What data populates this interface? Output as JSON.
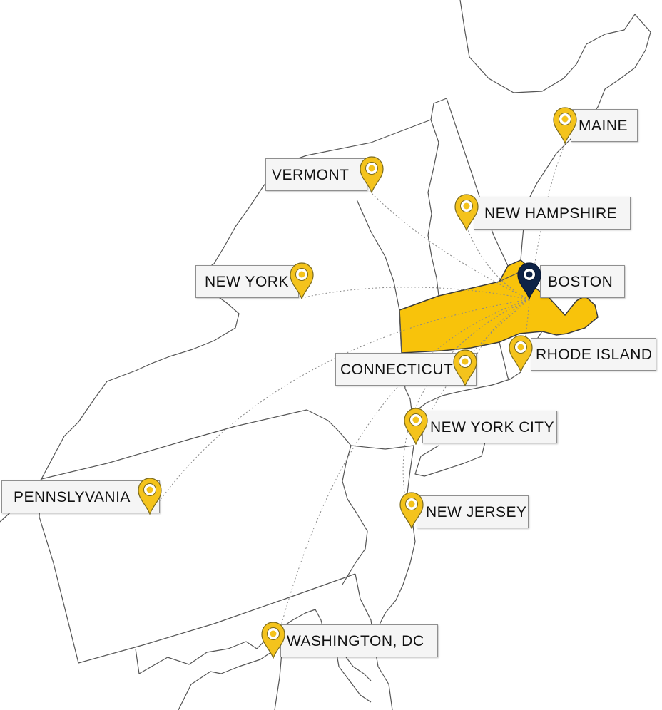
{
  "colors": {
    "highlight_fill": "#f8c30b",
    "pin_fill": "#f4c31c",
    "hub_pin_fill": "#0e2347",
    "border": "#555555",
    "route": "#8a8a8a",
    "label_bg": "#f5f5f5"
  },
  "hub": {
    "name": "BOSTON",
    "icon": "location-pin-icon"
  },
  "destinations": [
    {
      "key": "maine",
      "name": "MAINE"
    },
    {
      "key": "vermont",
      "name": "VERMONT"
    },
    {
      "key": "new-hampshire",
      "name": "NEW HAMPSHIRE"
    },
    {
      "key": "new-york",
      "name": "NEW YORK"
    },
    {
      "key": "connecticut",
      "name": "CONNECTICUT"
    },
    {
      "key": "rhode-island",
      "name": "RHODE ISLAND"
    },
    {
      "key": "new-york-city",
      "name": "NEW YORK CITY"
    },
    {
      "key": "pennsylvania",
      "name": "PENNSLYVANIA"
    },
    {
      "key": "new-jersey",
      "name": "NEW JERSEY"
    },
    {
      "key": "washington-dc",
      "name": "WASHINGTON, DC"
    }
  ]
}
